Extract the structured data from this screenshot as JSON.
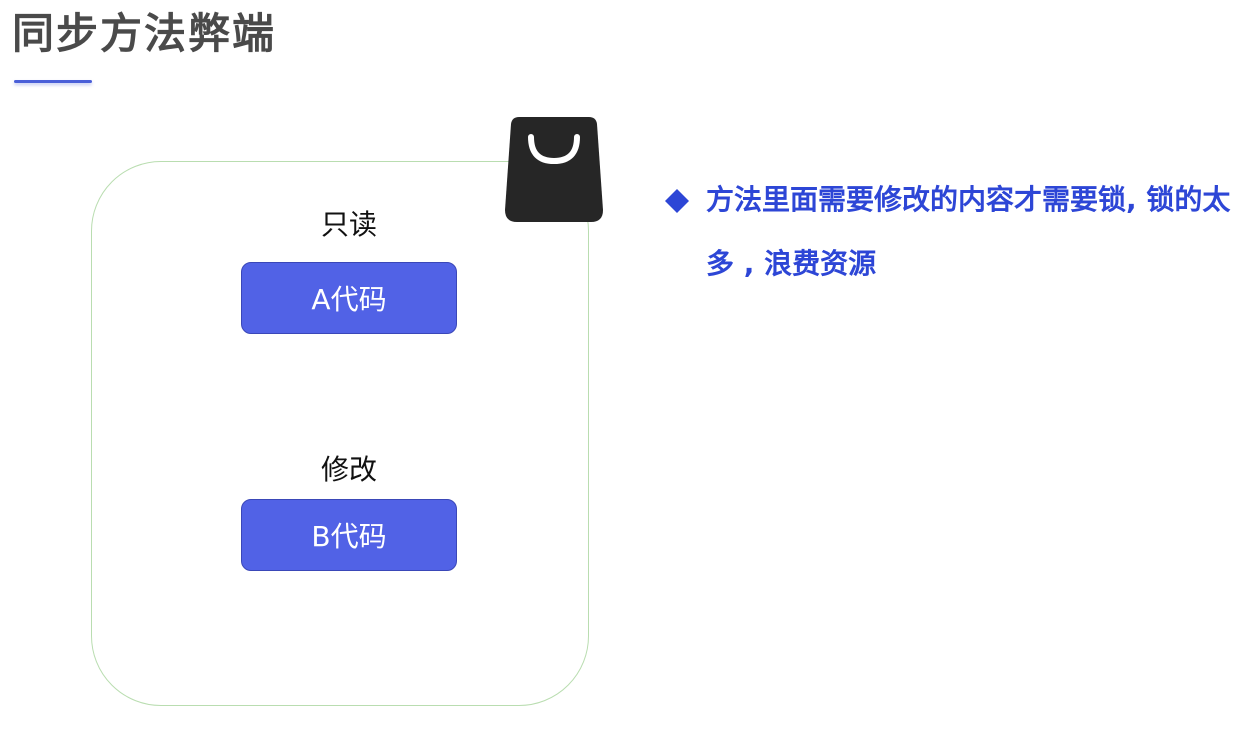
{
  "page": {
    "title": "同步方法弊端"
  },
  "diagram": {
    "read_label": "只读",
    "code_a": "A代码",
    "modify_label": "修改",
    "code_b": "B代码",
    "lock_icon": "shopping-bag-icon"
  },
  "bullet": {
    "text": "方法里面需要修改的内容才需要锁, 锁的太多 , 浪费资源"
  },
  "colors": {
    "accent": "#4a5fd8",
    "code_box": "#5162e6",
    "bullet_text": "#2d46d6",
    "panel_border": "#b9ddb0",
    "bag": "#262626"
  }
}
